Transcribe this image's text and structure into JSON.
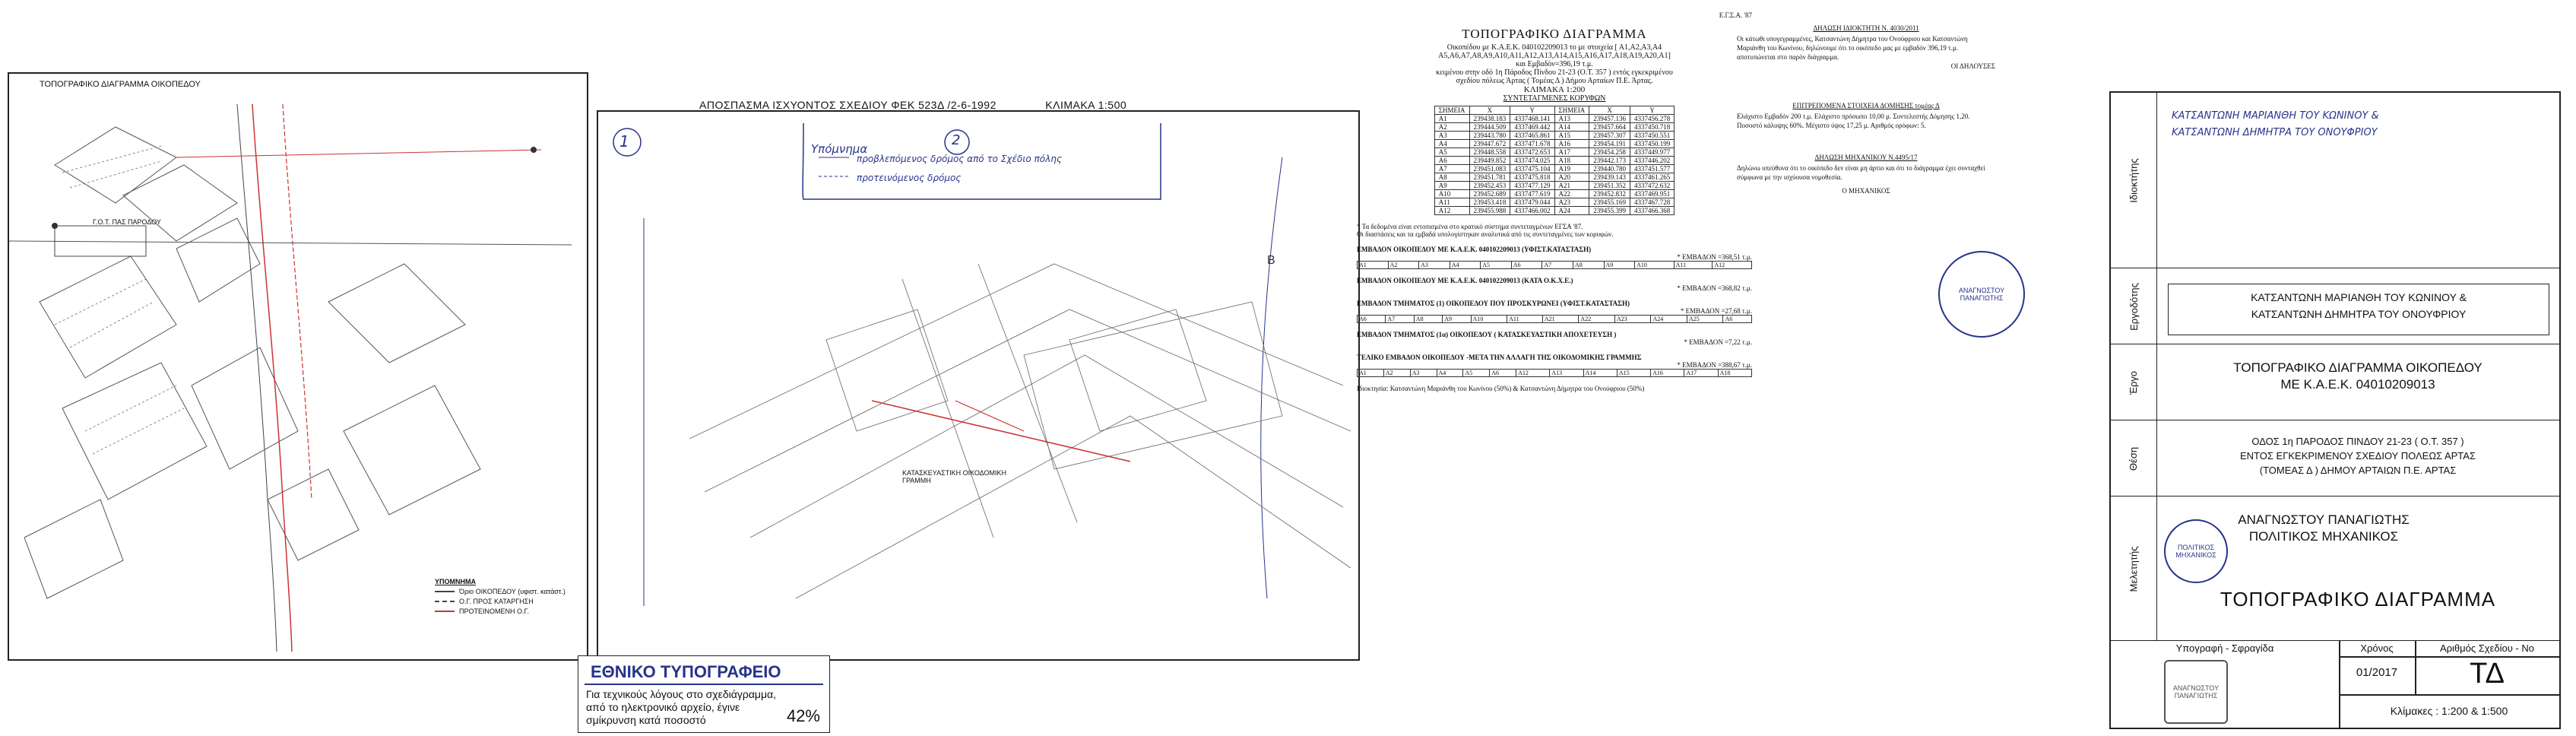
{
  "panel1": {
    "title": "ΤΟΠΟΓΡΑΦΙΚΟ ΔΙΑΓΡΑΜΜΑ ΟΙΚΟΠΕΔΟΥ",
    "plot_label": "Γ.Ο.Τ. ΠΑΣ ΠΑΡΟΔΟΥ",
    "legend_title": "ΥΠΟΜΝΗΜΑ",
    "legend": [
      "Όριο ΟΙΚΟΠΕΔΟΥ (υφιστ. κατάστ.)",
      "Ο.Γ. ΠΡΟΣ ΚΑΤΑΡΓΗΣΗ",
      "ΠΡΟΤΕΙΝΟΜΕΝΗ Ο.Γ."
    ]
  },
  "panel2": {
    "header": "ΑΠΟΣΠΑΣΜΑ ΙΣΧΥΟΝΤΟΣ ΣΧΕΔΙΟΥ ΦΕΚ 523Δ /2-6-1992",
    "scale": "ΚΛΙΜΑΚΑ 1:500",
    "note_title": "Υπόμνημα",
    "note_lines": [
      "προβλεπόμενος δρόμος από το Σχέδιο πόλης",
      "προτεινόμενος δρόμος"
    ],
    "plot_label": "ΚΑΤΑΣΚΕΥΑΣΤΙΚΗ ΟΙΚΟΔΟΜΙΚΗ ΓΡΑΜΜΗ"
  },
  "brand": {
    "title": "ΕΘΝΙΚΟ ΤΥΠΟΓΡΑΦΕΙΟ",
    "line1": "Για τεχνικούς λόγους στο σχεδιάγραμμα,",
    "line2": "από το ηλεκτρονικό αρχείο, έγινε",
    "line3": "σμίκρυνση κατά ποσοστό",
    "percent": "42%"
  },
  "panel3": {
    "egsa": "Ε.Γ.Σ.Α. '87",
    "title": "ΤΟΠΟΓΡΑΦΙΚΟ ΔΙΑΓΡΑΜΜΑ",
    "sub1": "Οικοπέδου με Κ.Α.Ε.Κ. 040102209013 το με στοιχεία [ Α1,Α2,Α3,Α4",
    "sub2": "Α5,Α6,Α7,Α8,Α9,Α10,Α11,Α12,Α13,Α14,Α15,Α16,Α17,Α18,Α19,Α20,Α1]",
    "sub3": "και Εμβαδόν=396,19 τ.μ.",
    "sub4": "κειμένου στην οδό 1η Πάροδος Πίνδου 21-23 (Ο.Τ. 357 ) εντός εγκεκριμένου",
    "sub5": "σχεδίου πόλεως Άρτας ( Τομέας Δ ) Δήμου Αρταίων Π.Ε. Άρτας.",
    "scale": "ΚΛΙΜΑΚΑ 1:200",
    "table_title": "ΣΥΝΤΕΤΑΓΜΕΝΕΣ ΚΟΡΥΦΩΝ",
    "headers": [
      "ΣΗΜΕΙΑ",
      "Χ",
      "Υ",
      "ΣΗΜΕΙΑ",
      "Χ",
      "Υ"
    ],
    "rows": [
      [
        "Α1",
        "239438.183",
        "4337468.141",
        "Α13",
        "239457.136",
        "4337456.278"
      ],
      [
        "Α2",
        "239444.509",
        "4337469.442",
        "Α14",
        "239457.664",
        "4337450.718"
      ],
      [
        "Α3",
        "239443.780",
        "4337465.861",
        "Α15",
        "239457.307",
        "4337450.551"
      ],
      [
        "Α4",
        "239447.672",
        "4337471.678",
        "Α16",
        "239454.191",
        "4337450.199"
      ],
      [
        "Α5",
        "239448.558",
        "4337472.653",
        "Α17",
        "239454.258",
        "4337449.977"
      ],
      [
        "Α6",
        "239449.852",
        "4337474.025",
        "Α18",
        "239442.173",
        "4337446.202"
      ],
      [
        "Α7",
        "239451.083",
        "4337475.104",
        "Α19",
        "239440.780",
        "4337451.577"
      ],
      [
        "Α8",
        "239451.781",
        "4337475.818",
        "Α20",
        "239439.143",
        "4337461.265"
      ],
      [
        "Α9",
        "239452.453",
        "4337477.129",
        "Α21",
        "239451.352",
        "4337472.632"
      ],
      [
        "Α10",
        "239452.689",
        "4337477.619",
        "Α22",
        "239452.832",
        "4337469.951"
      ],
      [
        "Α11",
        "239453.418",
        "4337479.044",
        "Α23",
        "239455.169",
        "4337467.728"
      ],
      [
        "Α12",
        "239455.988",
        "4337466.002",
        "Α24",
        "239455.399",
        "4337466.368"
      ]
    ],
    "note1": "* Τα δεδομένα είναι εντοπισμένα στο κρατικό σύστημα συντεταγμένων ΕΓΣΑ '87.",
    "note2": "Οι διαστάσεις και τα εμβαδά υπολογίστηκαν αναλυτικά από τις συντεταγμένες των κορυφών.",
    "area1_title": "ΕΜΒΑΔΟΝ ΟΙΚΟΠΕΔΟΥ ΜΕ Κ.Α.Ε.Κ. 040102209013 (ΥΦΙΣΤ.ΚΑΤΑΣΤΑΣΗ)",
    "area1_value": "* ΕΜΒΑΔΟΝ =368,51 τ.μ.",
    "area2_title": "ΕΜΒΑΔΟΝ ΟΙΚΟΠΕΔΟΥ ΜΕ Κ.Α.Ε.Κ. 040102209013 (ΚΑΤΑ Ο.Κ.Χ.Ε.)",
    "area2_value": "* ΕΜΒΑΔΟΝ =368,82 τ.μ.",
    "area3_title": "ΕΜΒΑΔΟΝ ΤΜΗΜΑΤΟΣ (1) ΟΙΚΟΠΕΔΟΥ ΠΟΥ ΠΡΟΣΚΥΡΩΝΕΙ (ΥΦΙΣΤ.ΚΑΤΑΣΤΑΣΗ)",
    "area3_value": "* ΕΜΒΑΔΟΝ =27,68 τ.μ.",
    "area4_title": "ΕΜΒΑΔΟΝ ΤΜΗΜΑΤΟΣ (1α) ΟΙΚΟΠΕΔΟΥ ( ΚΑΤΑΣΚΕΥΑΣΤΙΚΗ ΑΠΟΧΕΤΕΥΣΗ )",
    "area4_value": "* ΕΜΒΑΔΟΝ =7,22 τ.μ.",
    "area5_title": "ΤΕΛΙΚΟ ΕΜΒΑΔΟΝ ΟΙΚΟΠΕΔΟΥ -ΜΕΤΑ ΤΗΝ ΑΛΛΑΓΗ ΤΗΣ ΟΙΚΟΔΟΜΙΚΗΣ ΓΡΑΜΜΗΣ",
    "area5_value": "* ΕΜΒΑΔΟΝ =388,67 τ.μ.",
    "owners": "Ιδιοκτησία: Κατσαντώνη Μαριάνθη του Κωνίνου (50%) & Κατσαντώνη Δήμητρα του Ονούφριου (50%)"
  },
  "panel4": {
    "h1": "ΔΗΛΩΣΗ ΙΔΙΟΚΤΗΤΗ Ν. 4030/2011",
    "p1": "Οι κάτωθι υπογεγραμμένες, Κατσαντώνη Δήμητρα του Ονούφριου και Κατσαντώνη Μαριάνθη του Κωνίνου, δηλώνουμε ότι το οικόπεδο μας με εμβαδόν 396,19 τ.μ. αποτυπώνεται στο παρόν διάγραμμα.",
    "sig1": "ΟΙ ΔΗΛΟΥΣΕΣ",
    "h2": "ΕΠΙΤΡΕΠΟΜΕΝΑ ΣΤΟΙΧΕΙΑ ΔΟΜΗΣΗΣ τομέας Δ",
    "p2": "Ελάχιστο Εμβαδόν 200 τ.μ. Ελάχιστο πρόσωπο 10,00 μ. Συντελεστής Δόμησης 1,20. Ποσοστό κάλυψης 60%. Μέγιστο ύψος 17,25 μ. Αριθμός ορόφων: 5.",
    "h3": "ΔΗΛΩΣΗ ΜΗΧΑΝΙΚΟΥ Ν.4495/17",
    "p3": "Δηλώνω υπεύθυνα ότι το οικόπεδο δεν είναι μη άρτιο και ότι το διάγραμμα έχει συνταχθεί σύμφωνα με την ισχύουσα νομοθεσία.",
    "sig2": "Ο ΜΗΧΑΝΙΚΟΣ"
  },
  "titleblock": {
    "label_owners": "Ιδιοκτήτης",
    "label_employer": "Εργοδότης",
    "label_project": "Έργο",
    "label_address": "Θέση",
    "label_designer": "Μελετητής",
    "employer_line1": "ΚΑΤΣΑΝΤΩΝΗ ΜΑΡΙΑΝΘΗ ΤΟΥ ΚΩΝΙΝΟΥ &",
    "employer_line2": "ΚΑΤΣΑΝΤΩΝΗ ΔΗΜΗΤΡΑ ΤΟΥ ΟΝΟΥΦΡΙΟΥ",
    "project_line1": "ΤΟΠΟΓΡΑΦΙΚΟ ΔΙΑΓΡΑΜΜΑ ΟΙΚΟΠΕΔΟΥ",
    "project_line2": "ΜΕ Κ.Α.Ε.Κ. 04010209013",
    "address_line1": "ΟΔΟΣ 1η ΠΑΡΟΔΟΣ ΠΙΝΔΟΥ 21-23  ( Ο.Τ. 357 )",
    "address_line2": "ΕΝΤΟΣ ΕΓΚΕΚΡΙΜΕΝΟΥ ΣΧΕΔΙΟΥ ΠΟΛΕΩΣ ΑΡΤΑΣ",
    "address_line3": "(ΤΟΜΕΑΣ Δ ) ΔΗΜΟΥ ΑΡΤΑΙΩΝ Π.Ε. ΑΡΤΑΣ",
    "designer_line1": "ΑΝΑΓΝΩΣΤΟΥ ΠΑΝΑΓΙΩΤΗΣ",
    "designer_line2": "ΠΟΛΙΤΙΚΟΣ ΜΗΧΑΝΙΚΟΣ",
    "drawing_title": "ΤΟΠΟΓΡΑΦΙΚΟ ΔΙΑΓΡΑΜΜΑ",
    "sign_label": "Υπογραφή - Σφραγίδα",
    "date_label": "Χρόνος",
    "date_value": "01/2017",
    "number_label": "Αριθμός Σχεδίου - Νο",
    "number_value": "ΤΔ",
    "scale_label": "Κλίμακες :",
    "scale_value": "1:200 & 1:500"
  }
}
